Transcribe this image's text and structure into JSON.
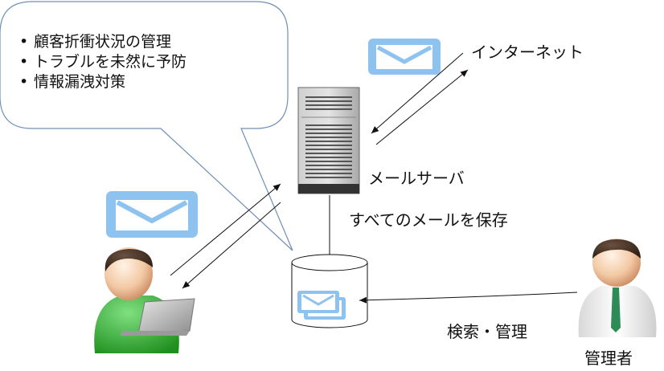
{
  "bubble": {
    "items": [
      "顧客折衝状況の管理",
      "トラブルを未然に予防",
      "情報漏洩対策"
    ]
  },
  "labels": {
    "internet": "インターネット",
    "mail_server": "メールサーバ",
    "save_all": "すべてのメールを保存",
    "search_manage": "検索・管理",
    "admin": "管理者"
  },
  "icons": {
    "mail": "mail-icon",
    "server": "server-icon",
    "database": "database-icon",
    "user": "user-icon",
    "admin": "admin-icon",
    "laptop": "laptop-icon"
  },
  "colors": {
    "mail_blue": "#8EC3F0",
    "user_green": "#2CA02C",
    "admin_tie": "#2E8B57",
    "server_gray": "#B8B8B8",
    "bubble_border": "#7A9CC6"
  }
}
